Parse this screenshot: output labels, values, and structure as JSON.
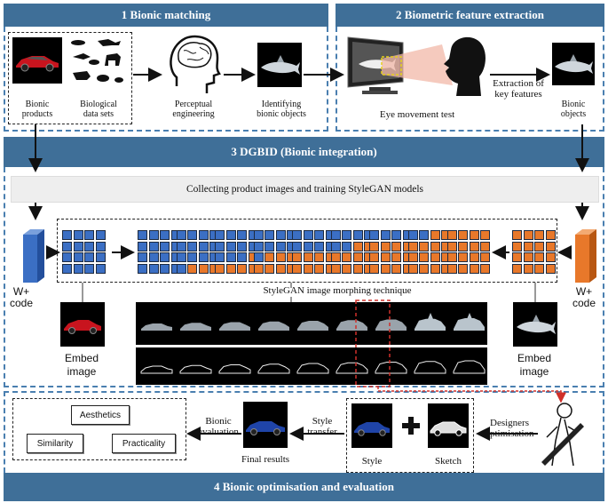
{
  "panel1": {
    "title": "1 Bionic matching",
    "bionic_products": "Bionic\nproducts",
    "biological_data_sets": "Biological\ndata sets",
    "perceptual_engineering": "Perceptual\nengineering",
    "identifying_bionic_objects": "Identifying\nbionic objects"
  },
  "panel2": {
    "title": "2 Biometric feature extraction",
    "eye_movement_test": "Eye movement test",
    "extraction_of_key_features": "Extraction of\nkey features",
    "bionic_objects": "Bionic\nobjects"
  },
  "panel3": {
    "title": "3 DGBID (Bionic integration)",
    "collecting": "Collecting product images and training StyleGAN models",
    "w_plus_code_left": "W+\ncode",
    "w_plus_code_right": "W+\ncode",
    "morphing_technique": "StyleGAN image morphing technique",
    "embed_image_left": "Embed\nimage",
    "embed_image_right": "Embed\nimage"
  },
  "panel4": {
    "title": "4 Bionic optimisation and evaluation",
    "aesthetics": "Aesthetics",
    "similarity": "Similarity",
    "practicality": "Practicality",
    "bionic_evaluation": "Bionic\nevaluation",
    "final_results": "Final results",
    "style_transfer": "Style\ntransfer",
    "style": "Style",
    "sketch": "Sketch",
    "designers_optimisation": "Designers\noptimisation"
  },
  "colors": {
    "header_blue": "#3f6f98",
    "dashed_blue": "#4a7fb0",
    "block_blue": "#3b6fc4",
    "block_orange": "#e8782a",
    "highlight_red": "#d0302a"
  },
  "morph_blocks": [
    {
      "blue_cells": 16
    },
    {
      "blue_cells": 13
    },
    {
      "blue_cells": 11
    },
    {
      "blue_cells": 9
    },
    {
      "blue_cells": 8
    },
    {
      "blue_cells": 6
    },
    {
      "blue_cells": 4
    },
    {
      "blue_cells": 2
    },
    {
      "blue_cells": 0
    }
  ]
}
